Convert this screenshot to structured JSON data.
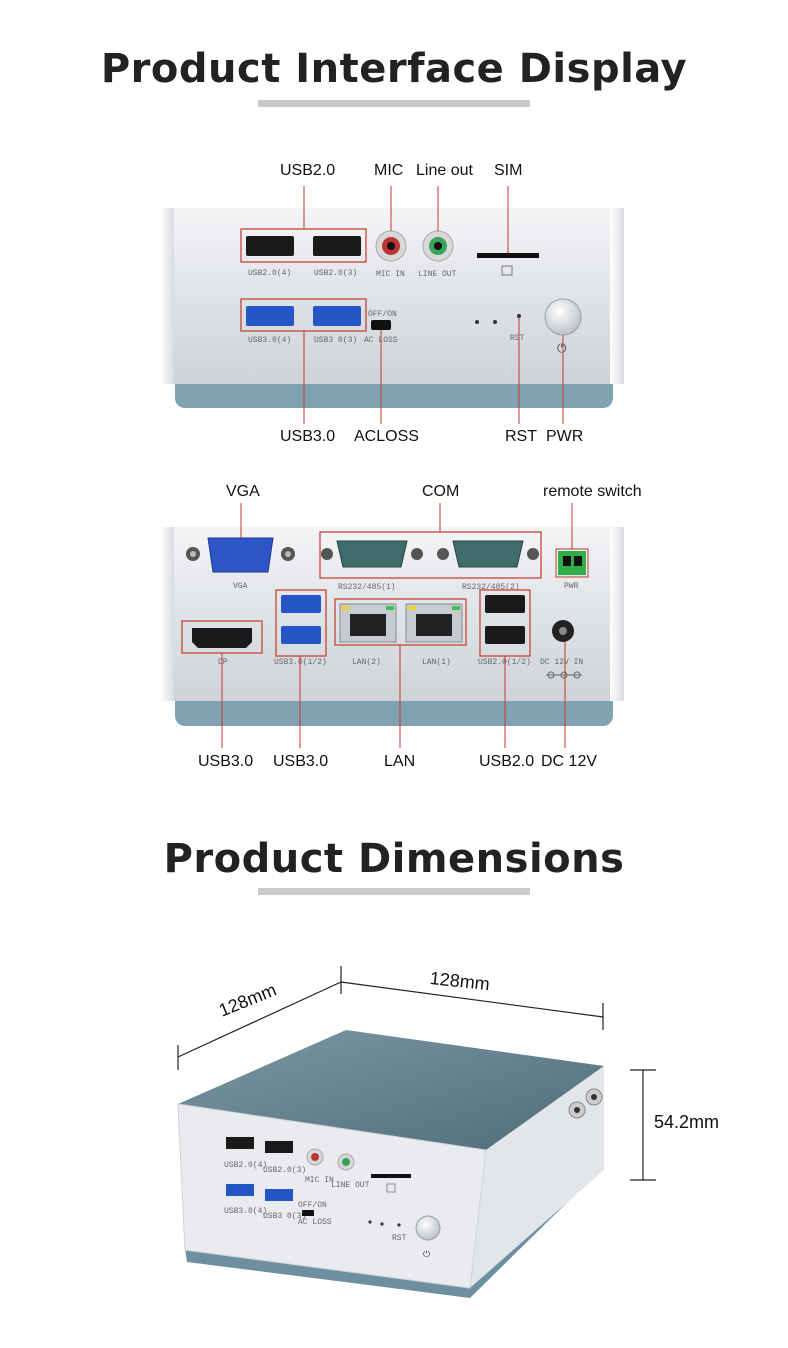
{
  "sections": {
    "interface_title": "Product Interface Display",
    "dimensions_title": "Product Dimensions"
  },
  "front_panel": {
    "callouts_top": [
      "USB2.0",
      "MIC",
      "Line out",
      "SIM"
    ],
    "callouts_bottom": [
      "USB3.0",
      "ACLOSS",
      "RST",
      "PWR"
    ],
    "port_labels": {
      "usb2_4": "USB2.0(4)",
      "usb2_3": "USB2.0(3)",
      "mic_in": "MIC IN",
      "line_out": "LINE OUT",
      "usb3_4": "USB3.0(4)",
      "usb3_3": "USB3 0(3)",
      "acloss_1": "OFF/ON",
      "acloss_2": "AC LOSS",
      "rst": "RST"
    }
  },
  "rear_panel": {
    "callouts_top": [
      "VGA",
      "COM",
      "remote switch"
    ],
    "callouts_bottom": [
      "USB3.0",
      "USB3.0",
      "LAN",
      "USB2.0",
      "DC 12V"
    ],
    "port_labels": {
      "vga": "VGA",
      "com1": "RS232/485(1)",
      "com2": "RS232/485(2)",
      "pwr": "PWR",
      "dp": "DP",
      "usb3_12": "USB3.0(1/2)",
      "lan2": "LAN(2)",
      "lan1": "LAN(1)",
      "usb2_12": "USB2.0(1/2)",
      "dc": "DC 12V IN"
    }
  },
  "dimensions": {
    "depth": "128mm",
    "width": "128mm",
    "height": "54.2mm"
  },
  "colors": {
    "callout_line": "#c0392b",
    "chassis": "#e3e5e8",
    "base": "#7fa3b3",
    "lid": "#5e7f8d"
  }
}
